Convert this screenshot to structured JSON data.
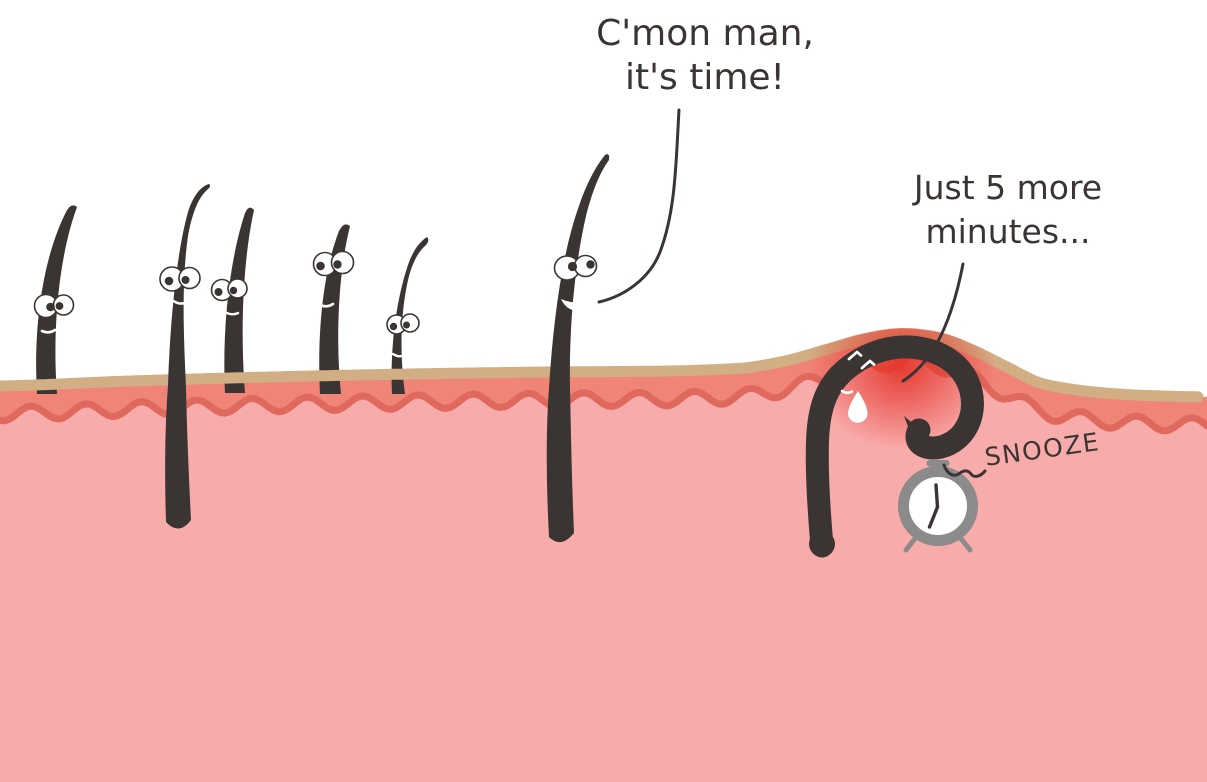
{
  "speech_left": {
    "line1": "C'mon man,",
    "line2": "it's time!",
    "speaker": "standing hair"
  },
  "speech_right": {
    "line1": "Just 5 more",
    "line2": "minutes...",
    "speaker": "ingrown hair"
  },
  "snooze_label": "SNOOZE",
  "palette": {
    "background": "#ffffff",
    "ink": "#3a3533",
    "hair": "#3a3533",
    "skin_pink": "#f8abab",
    "coral_band": "#ef8477",
    "wavy_line": "#de695c",
    "epidermis_tan": "#d2ae85",
    "inflamed_red": "#e5352b",
    "clock_gray": "#8b8b8b",
    "eye_white": "#ffffff"
  },
  "scene": {
    "standing_hairs_with_faces": 6,
    "ingrown_hairs": 1,
    "clock": {
      "minute_hand_at": "12",
      "hour_hand_at": "7"
    },
    "icons": {
      "alarm_clock": "round clock with top snooze button and legs",
      "sweat_drop": "white teardrop"
    }
  }
}
